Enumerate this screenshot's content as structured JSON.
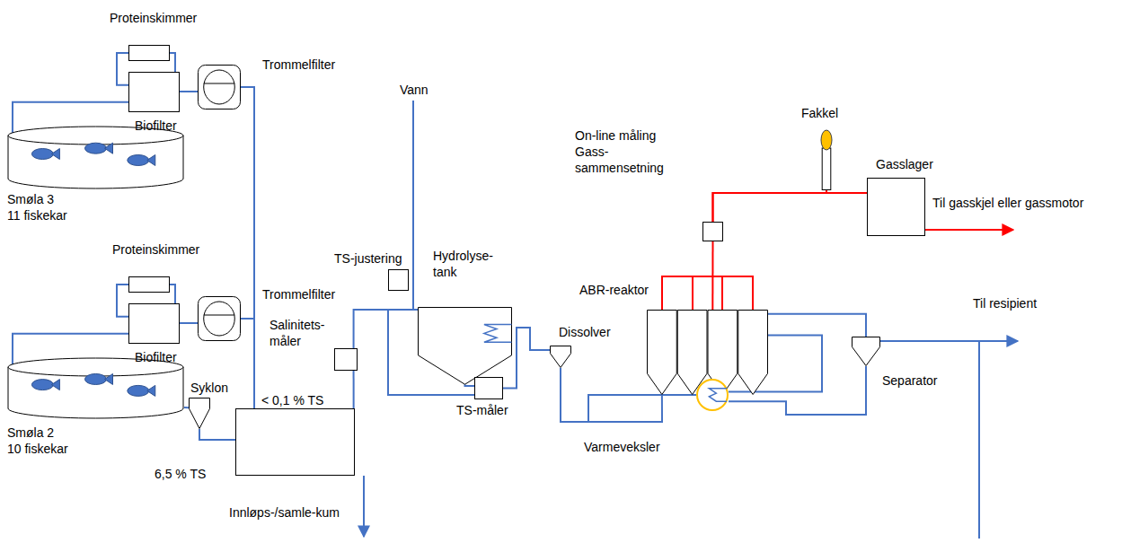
{
  "diagram": {
    "nodes": [
      {
        "text": [
          "Proteinskimmer"
        ]
      },
      {
        "text": [
          "Biofilter"
        ]
      },
      {
        "text": [
          "Trommelfilter"
        ]
      },
      {
        "text": [
          "Smøla 3",
          "11 fiskekar"
        ]
      },
      {
        "text": [
          "Proteinskimmer"
        ]
      },
      {
        "text": [
          "Biofilter"
        ]
      },
      {
        "text": [
          "Trommelfilter"
        ]
      },
      {
        "text": [
          "Smøla 2",
          "10 fiskekar"
        ]
      },
      {
        "text": [
          "Syklon"
        ]
      },
      {
        "text": [
          "Innløps-/samle-kum"
        ]
      },
      {
        "text": [
          "Salinitets- måler"
        ]
      },
      {
        "text": [
          "TS-justering"
        ]
      },
      {
        "text": [
          "Hydrolyse- tank"
        ]
      },
      {
        "text": [
          "TS-måler"
        ]
      },
      {
        "text": [
          "Dissolver"
        ]
      },
      {
        "text": [
          "ABR-reaktor"
        ]
      },
      {
        "text": [
          "On-line måling Gass- sammensetning"
        ]
      },
      {
        "text": [
          "Fakkel"
        ]
      },
      {
        "text": [
          "Gasslager"
        ]
      },
      {
        "text": [
          "Separator"
        ]
      },
      {
        "text": [
          "Varmeveksler"
        ]
      }
    ],
    "edges": [
      {
        "from": 1,
        "to": 0,
        "arrow": "none"
      },
      {
        "from": 0,
        "to": 1,
        "arrow": "none"
      },
      {
        "from": 2,
        "to": 1,
        "arrow": "none"
      },
      {
        "from": 1,
        "to": 3,
        "arrow": "none"
      },
      {
        "from": 2,
        "to": 9,
        "arrow": "none"
      },
      {
        "from": 5,
        "to": 4,
        "arrow": "none"
      },
      {
        "from": 4,
        "to": 5,
        "arrow": "none"
      },
      {
        "from": 6,
        "to": 5,
        "arrow": "none"
      },
      {
        "from": 5,
        "to": 7,
        "arrow": "none"
      },
      {
        "from": 6,
        "to": 9,
        "arrow": "none"
      },
      {
        "from": 7,
        "to": 8,
        "arrow": "none"
      },
      {
        "from": 8,
        "to": 9,
        "arrow": "none"
      },
      {
        "from": 9,
        "to": 10,
        "arrow": "none"
      },
      {
        "from": 10,
        "to": 12,
        "arrow": "none"
      },
      {
        "from": 13,
        "to": 12,
        "arrow": "none"
      },
      {
        "from": 12,
        "to": 13,
        "arrow": "none"
      },
      {
        "from": 13,
        "to": 14,
        "arrow": "none"
      },
      {
        "from": 14,
        "to": 15,
        "arrow": "none"
      },
      {
        "from": 20,
        "to": 14,
        "arrow": "none"
      },
      {
        "from": 15,
        "to": 20,
        "arrow": "none"
      },
      {
        "from": 19,
        "to": 20,
        "arrow": "none"
      },
      {
        "from": 15,
        "to": 19,
        "arrow": "none"
      },
      {
        "from": 15,
        "to": 16,
        "arrow": "none"
      },
      {
        "from": 16,
        "to": 17,
        "arrow": "none"
      },
      {
        "from": 16,
        "to": 18,
        "arrow": "none"
      }
    ],
    "labels": [
      "< 0,1 % TS",
      "6,5 % TS",
      "Vann",
      "Til gasskjel eller gassmotor",
      "Til resipient"
    ]
  }
}
